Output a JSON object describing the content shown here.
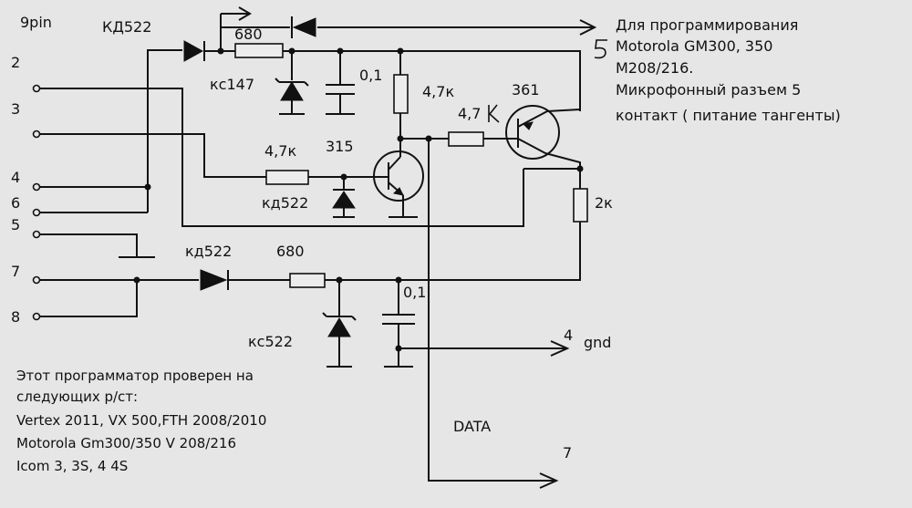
{
  "pins": {
    "header": "9pin",
    "p2": "2",
    "p3": "3",
    "p4": "4",
    "p6": "6",
    "p5": "5",
    "p7": "7",
    "p8": "8"
  },
  "components": {
    "diode_top": "КД522",
    "r_680_top": "680",
    "zener_top": "кс147",
    "cap_top": "0,1",
    "r_47k_upper": "4,7к",
    "transistor_npn": "315",
    "r_47k_base_315": "4,7к",
    "diode_mid": "кд522",
    "transistor_pnp": "361",
    "r_47k_base_361": "4,7",
    "r_47k_base_361_suffix": "к",
    "r_2k": "2к",
    "diode_bottom": "кд522",
    "r_680_bottom": "680",
    "zener_bottom": "кс522",
    "cap_bottom": "0,1"
  },
  "connector": {
    "num_5": "5",
    "line1": "Для программирования",
    "line2": "Motorola GM300, 350",
    "line3": "M208/216.",
    "line4": "Микрофонный разъем 5",
    "line5": "контакт ( питание тангенты)",
    "gnd_num": "4",
    "gnd_label": "gnd",
    "data_label": "DATA",
    "data_num": "7"
  },
  "notes": {
    "line1": "Этот программатор проверен на",
    "line2": "следующих р/ст:",
    "line3": "Vertex 2011, VX 500,FTH 2008/2010",
    "line4": "Motorola Gm300/350 V 208/216",
    "line5": "Icom 3, 3S, 4 4S"
  }
}
